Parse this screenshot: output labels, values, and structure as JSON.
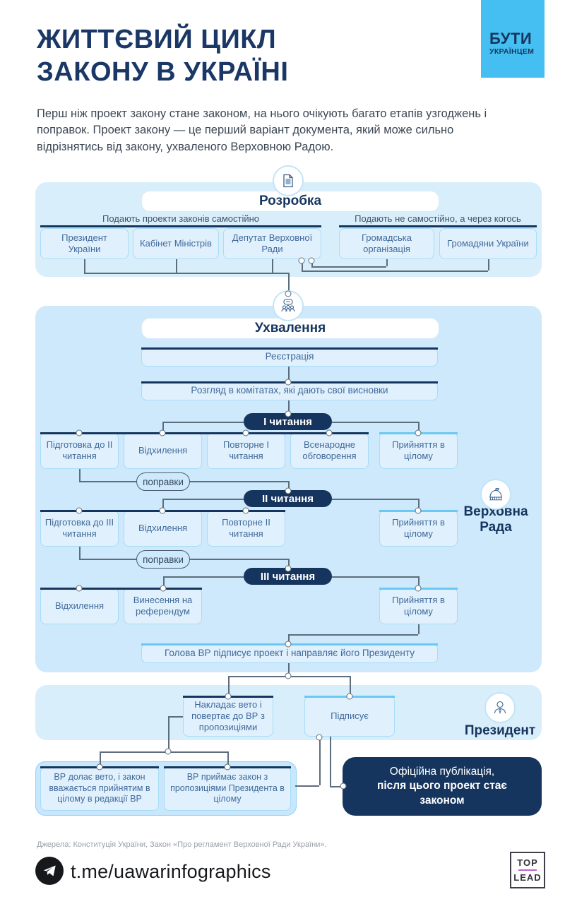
{
  "header": {
    "title_line1": "ЖИТТЄВИЙ ЦИКЛ",
    "title_line2": "ЗАКОНУ В УКРАЇНІ",
    "badge_line1": "БУТИ",
    "badge_line2": "УКРАЇНЦЕМ",
    "intro": "Перш ніж проект закону стане законом, на нього очікують багато етапів узгоджень і поправок. Проект закону — це перший варіант документа, який може сильно відрізнятись від закону, ухваленого Верховною Радою."
  },
  "colors": {
    "navy": "#16355e",
    "light_blue_panel": "#cde9fb",
    "cyan_accent": "#69c8f4",
    "badge_blue": "#45bef2"
  },
  "rozrobka": {
    "title": "Розробка",
    "icon": "document-icon",
    "group1_header": "Подають проекти законів самостійно",
    "group1_boxes": [
      "Президент України",
      "Кабінет Міністрів",
      "Депутат Верховної Ради"
    ],
    "group2_header": "Подають не самостійно, а через когось",
    "group2_boxes": [
      "Громадська організація",
      "Громадяни України"
    ]
  },
  "ukhvalennia": {
    "title": "Ухвалення",
    "icon": "discussion-icon",
    "registration": "Реєстрація",
    "committee": "Розгляд в комітатах, які дають свої висновки",
    "reading1": {
      "label": "І читання",
      "outcomes": [
        "Підготовка до ІІ читання",
        "Відхилення",
        "Повторне І читання",
        "Всенародне обговорення",
        "Прийняття в цілому"
      ],
      "amendments": "поправки"
    },
    "reading2": {
      "label": "ІІ читання",
      "outcomes": [
        "Підготовка до ІІІ читання",
        "Відхилення",
        "Повторне ІІ читання",
        "Прийняття в цілому"
      ],
      "amendments": "поправки"
    },
    "reading3": {
      "label": "ІІІ читання",
      "outcomes": [
        "Відхилення",
        "Винесення на референдум",
        "Прийняття в цілому"
      ]
    },
    "speaker": "Голова ВР підписує проект і направляє його Президенту",
    "actor": "Верховна Рада"
  },
  "president": {
    "actor": "Президент",
    "veto": "Накладає вето і повертає до ВР з пропозиціями",
    "sign": "Підписує"
  },
  "final": {
    "override": "ВР долає вето, і закон вважається прийнятим в цілому в редакції ВР",
    "accept": "ВР приймає закон з пропозиціями Президента в цілому",
    "publication_line1": "Офіційна публікація,",
    "publication_line2": "після цього проект стає законом"
  },
  "footer": {
    "sources": "Джерела: Конституція України, Закон «Про регламент Верховної Ради України».",
    "telegram_handle": "t.me/uawarinfographics",
    "logo_top": "TOP",
    "logo_bottom": "LEAD"
  }
}
